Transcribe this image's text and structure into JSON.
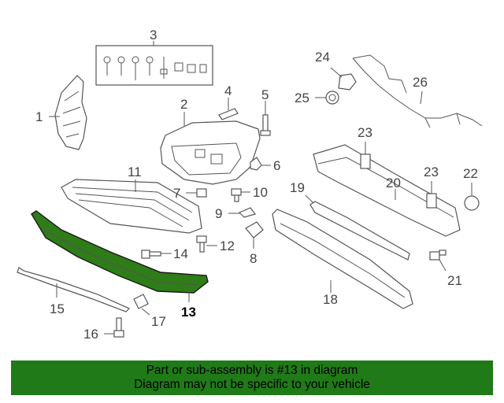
{
  "callouts": [
    {
      "id": "1",
      "label": "1"
    },
    {
      "id": "2",
      "label": "2"
    },
    {
      "id": "3",
      "label": "3"
    },
    {
      "id": "4",
      "label": "4"
    },
    {
      "id": "5",
      "label": "5"
    },
    {
      "id": "6",
      "label": "6"
    },
    {
      "id": "7",
      "label": "7"
    },
    {
      "id": "8",
      "label": "8"
    },
    {
      "id": "9",
      "label": "9"
    },
    {
      "id": "10",
      "label": "10"
    },
    {
      "id": "11",
      "label": "11"
    },
    {
      "id": "12",
      "label": "12"
    },
    {
      "id": "13",
      "label": "13"
    },
    {
      "id": "14",
      "label": "14"
    },
    {
      "id": "15",
      "label": "15"
    },
    {
      "id": "16",
      "label": "16"
    },
    {
      "id": "17",
      "label": "17"
    },
    {
      "id": "18",
      "label": "18"
    },
    {
      "id": "19",
      "label": "19"
    },
    {
      "id": "20",
      "label": "20"
    },
    {
      "id": "21",
      "label": "21"
    },
    {
      "id": "22",
      "label": "22"
    },
    {
      "id": "23a",
      "label": "23"
    },
    {
      "id": "23b",
      "label": "23"
    },
    {
      "id": "24",
      "label": "24"
    },
    {
      "id": "25",
      "label": "25"
    },
    {
      "id": "26",
      "label": "26"
    }
  ],
  "highlight": {
    "part": "13",
    "color": "#2e7d18"
  },
  "banner": {
    "line1": "Part or sub-assembly is #13 in diagram",
    "line2": "Diagram may not be specific to your vehicle",
    "color": "#1f7a17"
  }
}
